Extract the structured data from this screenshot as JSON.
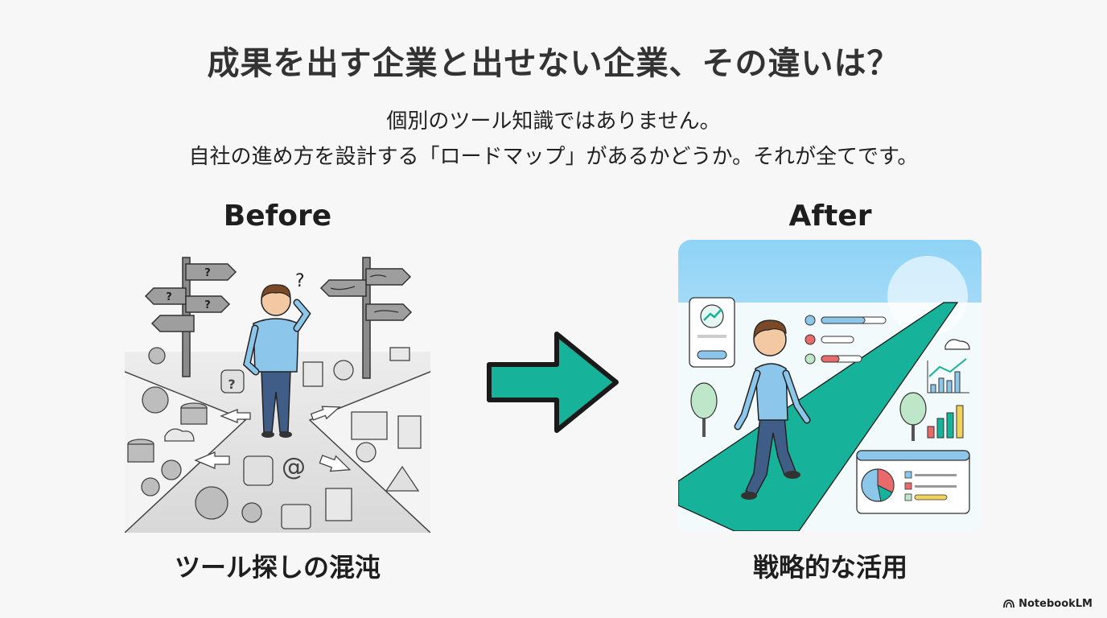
{
  "slide": {
    "title": "成果を出す企業と出せない企業、その違いは？",
    "subtitle_line1": "個別のツール知識ではありません。",
    "subtitle_line2": "自社の進め方を設計する「ロードマップ」があるかどうか。それが全てです。"
  },
  "before": {
    "label": "Before",
    "caption": "ツール探しの混沌",
    "sign_marks": [
      "?",
      "?",
      "?",
      "?"
    ],
    "icon_at": "@"
  },
  "after": {
    "label": "After",
    "caption": "戦略的な活用"
  },
  "brand": {
    "name": "NotebookLM"
  },
  "colors": {
    "accent_teal": "#17b29a",
    "shirt_blue": "#8cc6ea",
    "sky_blue": "#9fd8f7"
  }
}
